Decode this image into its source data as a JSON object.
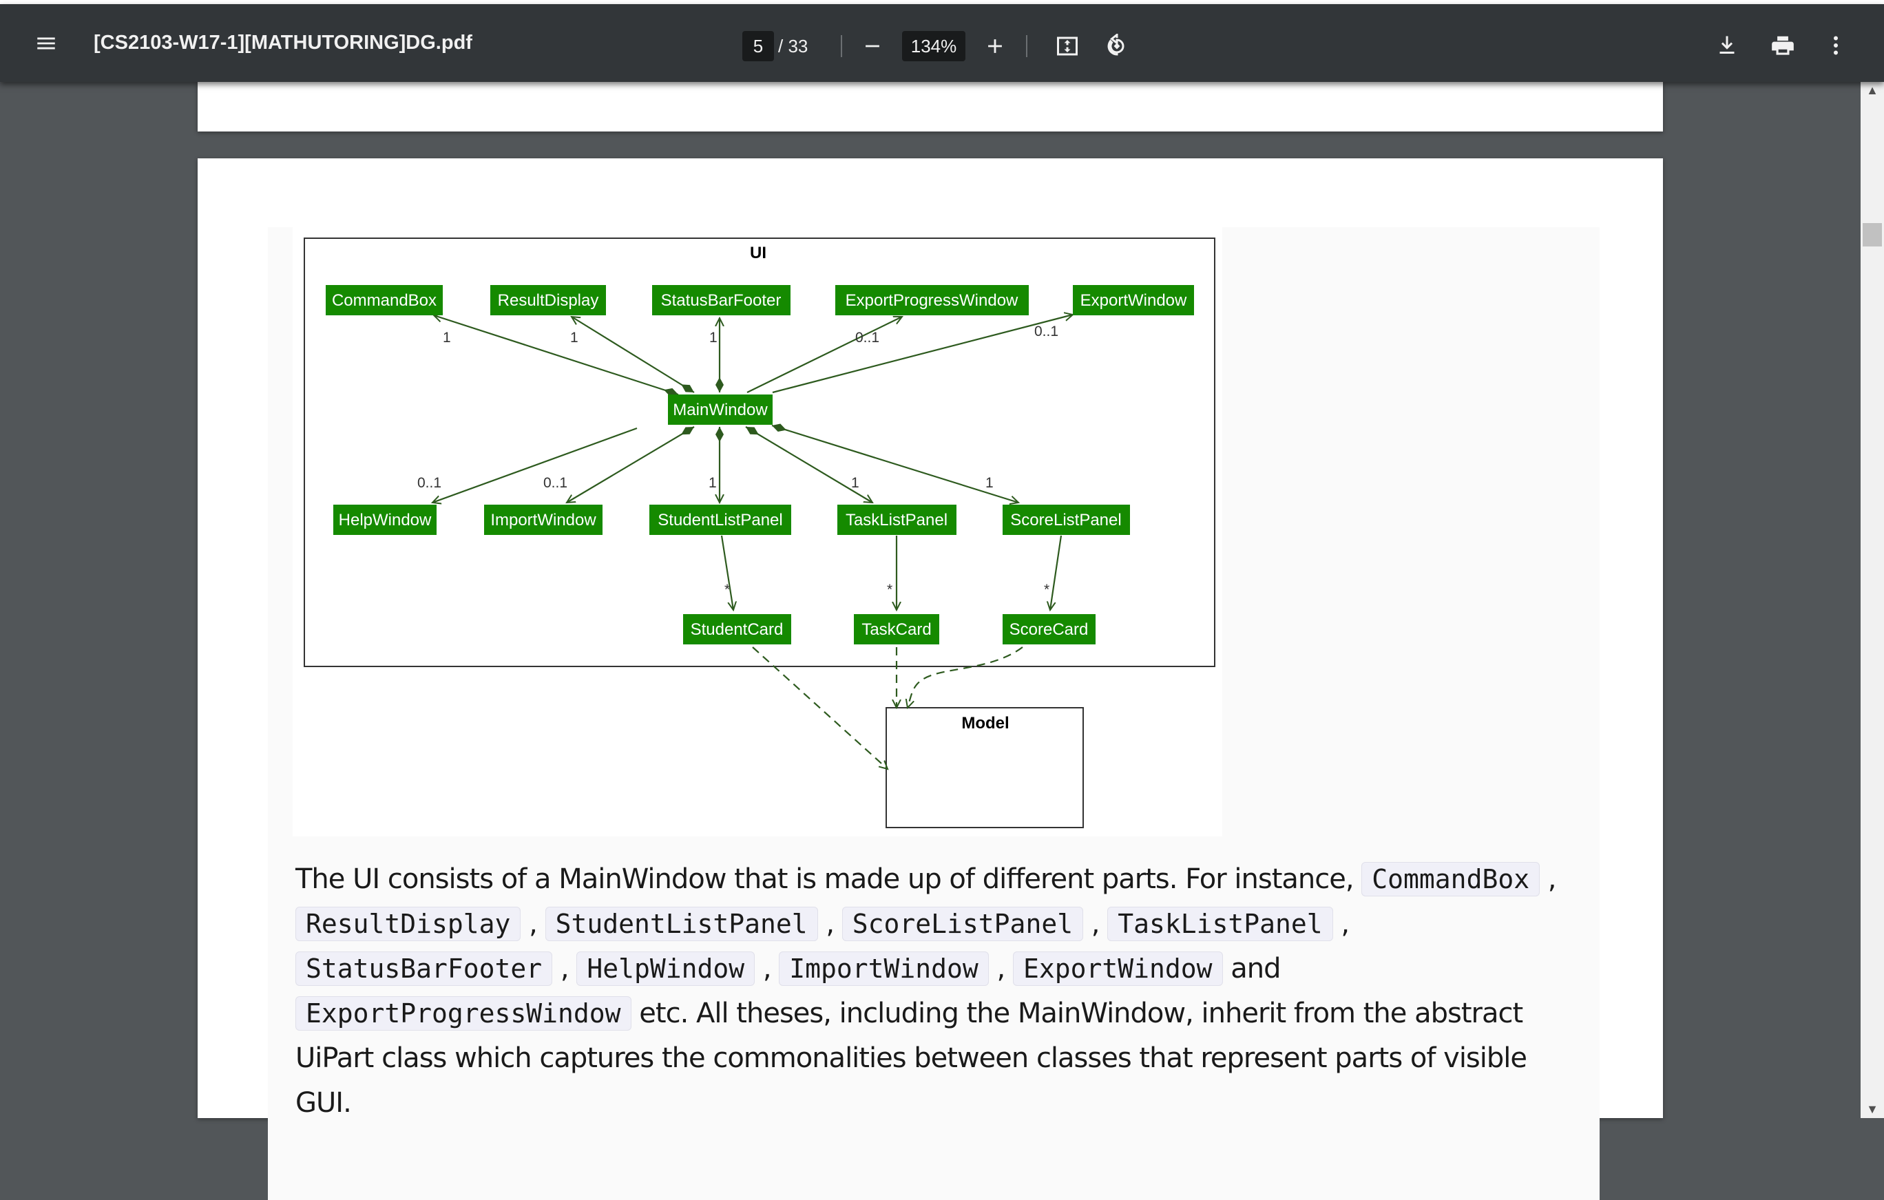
{
  "toolbar": {
    "title": "[CS2103-W17-1][MATHUTORING]DG.pdf",
    "page_current": "5",
    "page_total": "/ 33",
    "zoom": "134%",
    "icons": [
      "menu-icon",
      "zoom-out-icon",
      "zoom-in-icon",
      "fit-page-icon",
      "rotate-icon",
      "download-icon",
      "print-icon",
      "more-icon"
    ]
  },
  "diagram": {
    "package_ui": "UI",
    "package_model": "Model",
    "classes": {
      "commandbox": "CommandBox",
      "resultdisplay": "ResultDisplay",
      "statusbarfooter": "StatusBarFooter",
      "exportprogresswindow": "ExportProgressWindow",
      "exportwindow": "ExportWindow",
      "mainwindow": "MainWindow",
      "helpwindow": "HelpWindow",
      "importwindow": "ImportWindow",
      "studentlistpanel": "StudentListPanel",
      "tasklistpanel": "TaskListPanel",
      "scorelistpanel": "ScoreListPanel",
      "studentcard": "StudentCard",
      "taskcard": "TaskCard",
      "scorecard": "ScoreCard"
    },
    "multiplicities": {
      "commandbox": "1",
      "resultdisplay": "1",
      "statusbarfooter": "1",
      "exportprogresswindow": "0..1",
      "exportwindow": "0..1",
      "helpwindow": "0..1",
      "importwindow": "0..1",
      "studentlistpanel": "1",
      "tasklistpanel": "1",
      "scorelistpanel": "1",
      "studentcard": "*",
      "taskcard": "*",
      "scorecard": "*"
    },
    "colors": {
      "class_fill": "#158a00",
      "edge": "#2d5a1e"
    }
  },
  "paragraph": {
    "t1": "The UI consists of a MainWindow that is made up of different parts. For instance, ",
    "c1": "CommandBox",
    "s1": " ,",
    "c2": "ResultDisplay",
    "s2": " , ",
    "c3": "StudentListPanel",
    "s3": " , ",
    "c4": "ScoreListPanel",
    "s4": " , ",
    "c5": "TaskListPanel",
    "s5": " , ",
    "c6": "StatusBarFooter",
    "s6": " ,",
    "c7": "HelpWindow",
    "s7": " , ",
    "c8": "ImportWindow",
    "s8": " , ",
    "c9": "ExportWindow",
    "s9": " and ",
    "c10": "ExportProgressWindow",
    "t2": " etc. All theses, including the MainWindow, inherit from the abstract UiPart class which captures the commonalities between classes that represent parts of visible GUI."
  }
}
